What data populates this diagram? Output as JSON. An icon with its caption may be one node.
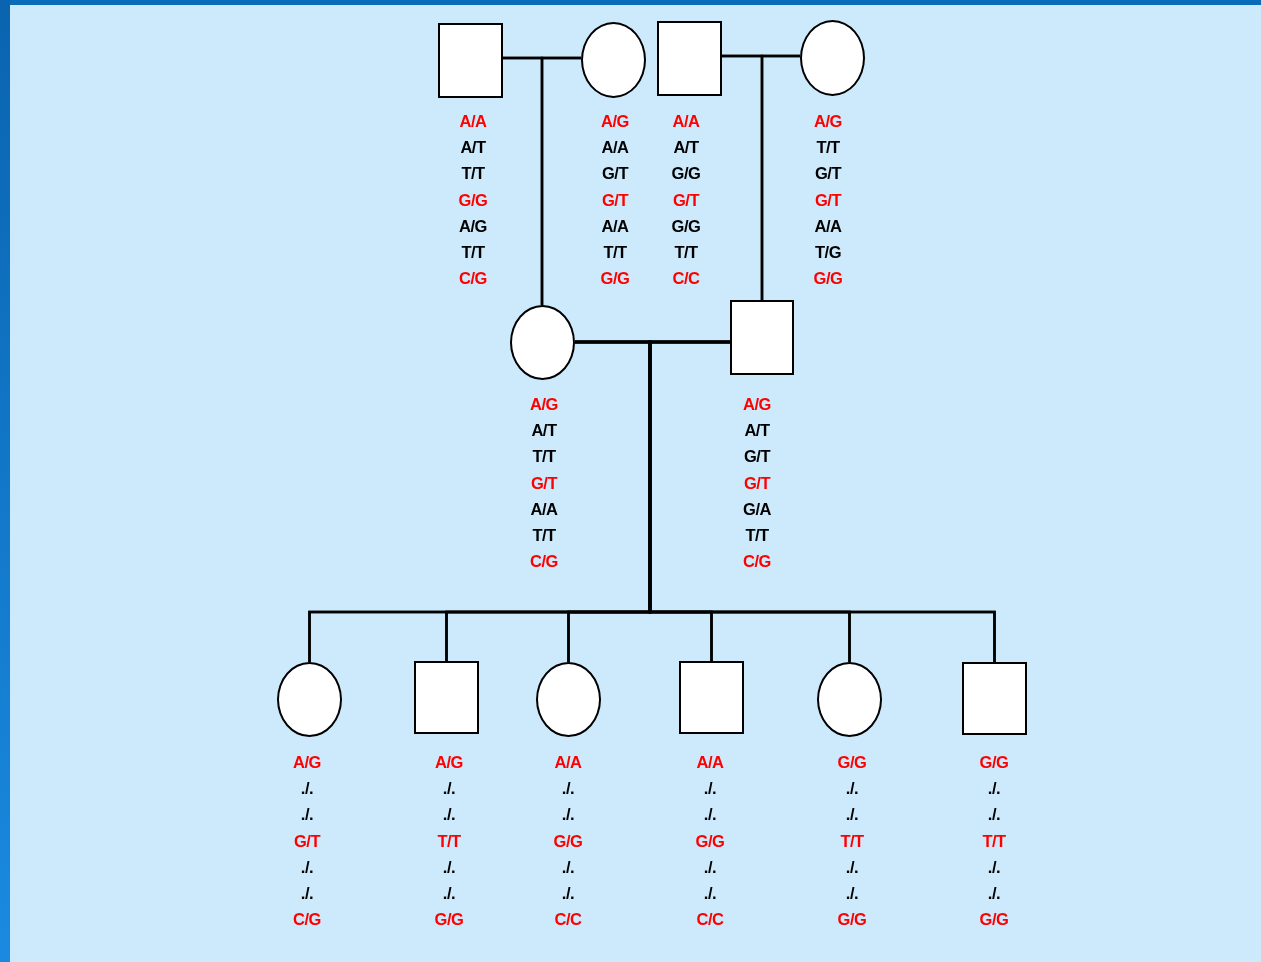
{
  "diagram": {
    "nodes": [
      {
        "text": [],
        "shape": "box",
        "beside": [
          "A/A",
          "A/T",
          "T/T",
          "G/G",
          "A/G",
          "T/T",
          "C/G"
        ]
      },
      {
        "text": [],
        "shape": "circle",
        "beside": [
          "A/G",
          "A/A",
          "G/T",
          "G/T",
          "A/A",
          "T/T",
          "G/G"
        ]
      },
      {
        "text": [],
        "shape": "box",
        "beside": [
          "A/A",
          "A/T",
          "G/G",
          "G/T",
          "G/G",
          "T/T",
          "C/C"
        ]
      },
      {
        "text": [],
        "shape": "circle",
        "beside": [
          "A/G",
          "T/T",
          "G/T",
          "G/T",
          "A/A",
          "T/G",
          "G/G"
        ]
      },
      {
        "text": [],
        "shape": "circle",
        "beside": [
          "A/G",
          "A/T",
          "T/T",
          "G/T",
          "A/A",
          "T/T",
          "C/G"
        ]
      },
      {
        "text": [],
        "shape": "box",
        "beside": [
          "A/G",
          "A/T",
          "G/T",
          "G/T",
          "G/A",
          "T/T",
          "C/G"
        ]
      },
      {
        "text": [],
        "shape": "circle",
        "beside": [
          "A/G",
          "./.",
          "./.",
          "G/T",
          "./.",
          "./.",
          "C/G"
        ]
      },
      {
        "text": [],
        "shape": "box",
        "beside": [
          "A/G",
          "./.",
          "./.",
          "T/T",
          "./.",
          "./.",
          "G/G"
        ]
      },
      {
        "text": [],
        "shape": "circle",
        "beside": [
          "A/A",
          "./.",
          "./.",
          "G/G",
          "./.",
          "./.",
          "C/C"
        ]
      },
      {
        "text": [],
        "shape": "box",
        "beside": [
          "A/A",
          "./.",
          "./.",
          "G/G",
          "./.",
          "./.",
          "C/C"
        ]
      },
      {
        "text": [],
        "shape": "circle",
        "beside": [
          "G/G",
          "./.",
          "./.",
          "T/T",
          "./.",
          "./.",
          "G/G"
        ]
      },
      {
        "text": [],
        "shape": "box",
        "beside": [
          "G/G",
          "./.",
          "./.",
          "T/T",
          "./.",
          "./.",
          "G/G"
        ]
      }
    ],
    "edges": [
      {
        "from": 0,
        "to": 1,
        "arrow": "none"
      },
      {
        "from": 0,
        "to": 4,
        "arrow": "none"
      },
      {
        "from": 1,
        "to": 4,
        "arrow": "none"
      },
      {
        "from": 2,
        "to": 3,
        "arrow": "none"
      },
      {
        "from": 2,
        "to": 5,
        "arrow": "none"
      },
      {
        "from": 3,
        "to": 5,
        "arrow": "none"
      },
      {
        "from": 4,
        "to": 5,
        "arrow": "none"
      },
      {
        "from": 4,
        "to": 6,
        "arrow": "none"
      },
      {
        "from": 5,
        "to": 6,
        "arrow": "none"
      },
      {
        "from": 4,
        "to": 7,
        "arrow": "none"
      },
      {
        "from": 5,
        "to": 7,
        "arrow": "none"
      },
      {
        "from": 4,
        "to": 8,
        "arrow": "none"
      },
      {
        "from": 5,
        "to": 8,
        "arrow": "none"
      },
      {
        "from": 4,
        "to": 9,
        "arrow": "none"
      },
      {
        "from": 5,
        "to": 9,
        "arrow": "none"
      },
      {
        "from": 4,
        "to": 10,
        "arrow": "none"
      },
      {
        "from": 5,
        "to": 10,
        "arrow": "none"
      },
      {
        "from": 4,
        "to": 11,
        "arrow": "none"
      },
      {
        "from": 5,
        "to": 11,
        "arrow": "none"
      }
    ]
  }
}
